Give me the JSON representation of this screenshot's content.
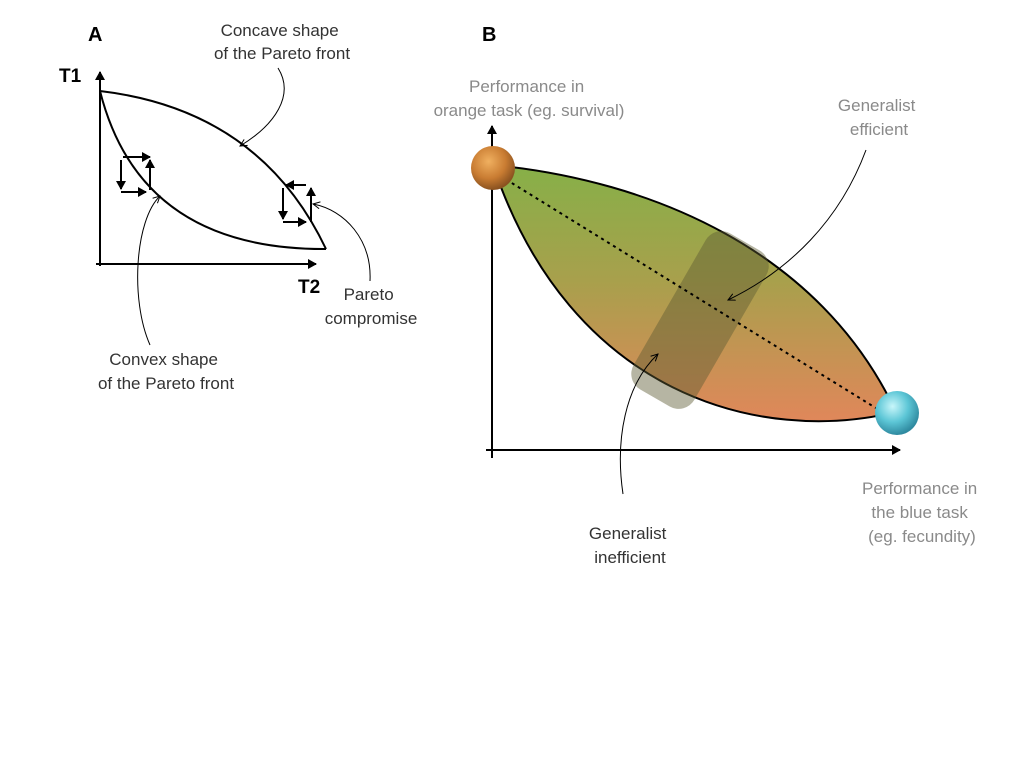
{
  "panel_a": {
    "letter": "A",
    "y_axis": "T1",
    "x_axis": "T2",
    "concave_label": [
      "Concave shape",
      "of the Pareto front"
    ],
    "convex_label": [
      "Convex shape",
      "of the Pareto front"
    ],
    "compromise_label": [
      "Pareto",
      "compromise"
    ]
  },
  "panel_b": {
    "letter": "B",
    "orange_task_label": [
      "Performance in",
      "orange task (eg. survival)"
    ],
    "blue_task_label": [
      "Performance in",
      "the blue task",
      "(eg. fecundity)"
    ],
    "efficient_label": [
      "Generalist",
      "efficient"
    ],
    "inefficient_label": [
      "Generalist",
      "inefficient"
    ]
  },
  "colors": {
    "orange_task": "#c9813a",
    "blue_task": "#5fc6d6",
    "concave_fill": "#8fb04a",
    "convex_fill": "#d98a55",
    "generalist_band": "#6e6a3a"
  }
}
